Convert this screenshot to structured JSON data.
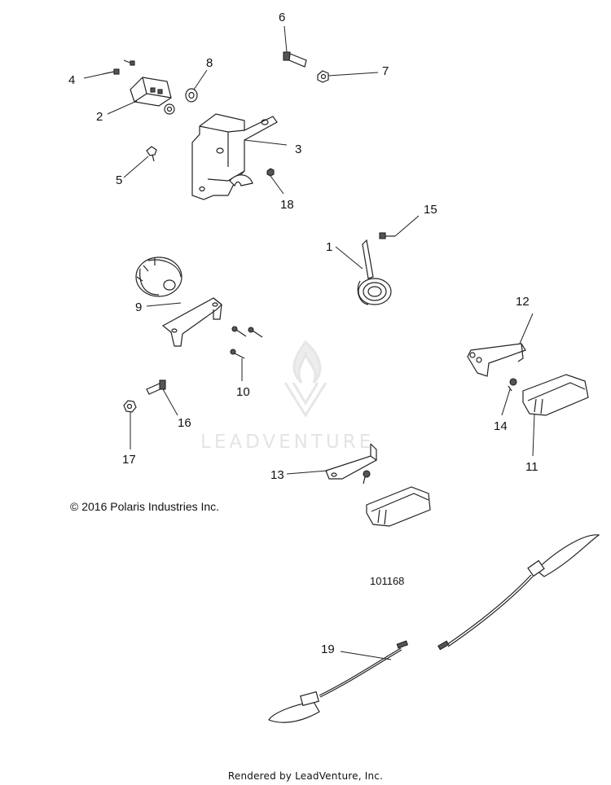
{
  "callouts": [
    {
      "id": "1",
      "text": "1"
    },
    {
      "id": "2",
      "text": "2"
    },
    {
      "id": "3",
      "text": "3"
    },
    {
      "id": "4",
      "text": "4"
    },
    {
      "id": "5",
      "text": "5"
    },
    {
      "id": "6",
      "text": "6"
    },
    {
      "id": "7",
      "text": "7"
    },
    {
      "id": "8",
      "text": "8"
    },
    {
      "id": "9",
      "text": "9"
    },
    {
      "id": "10",
      "text": "10"
    },
    {
      "id": "11",
      "text": "11"
    },
    {
      "id": "12",
      "text": "12"
    },
    {
      "id": "13",
      "text": "13"
    },
    {
      "id": "14",
      "text": "14"
    },
    {
      "id": "15",
      "text": "15"
    },
    {
      "id": "16",
      "text": "16"
    },
    {
      "id": "17",
      "text": "17"
    },
    {
      "id": "18",
      "text": "18"
    },
    {
      "id": "19",
      "text": "19"
    }
  ],
  "copyright": "© 2016 Polaris Industries Inc.",
  "diagram_number": "101168",
  "watermark": "LEADVENTURE",
  "footer": "Rendered by LeadVenture, Inc."
}
